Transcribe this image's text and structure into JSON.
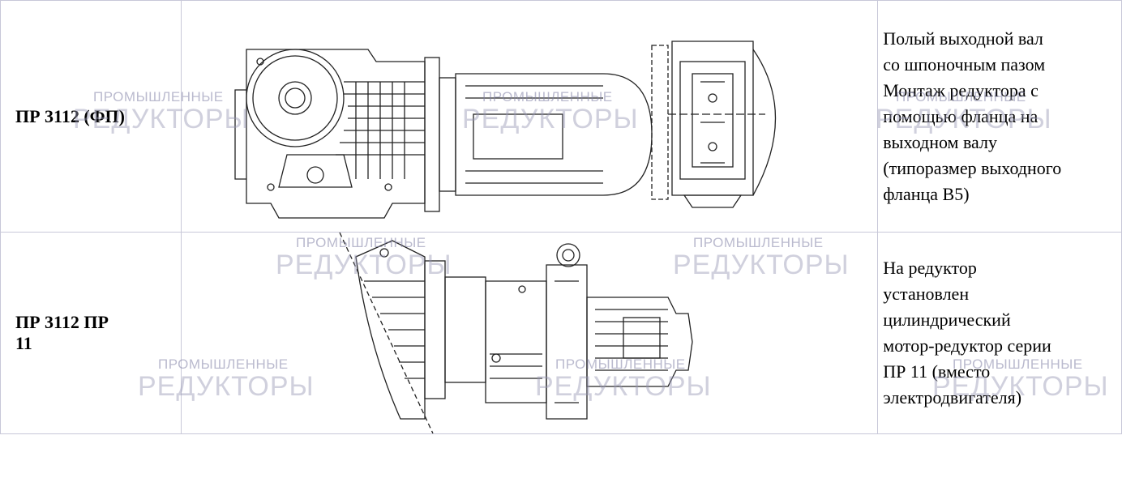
{
  "watermark": {
    "line1": "ПРОМЫШЛЕННЫЕ",
    "line2": "РЕДУКТОРЫ"
  },
  "rows": [
    {
      "name": "ПР 3112 (ФП)",
      "description_lines": [
        "Полый выходной вал",
        "со шпоночным пазом",
        "Монтаж редуктора с",
        "помощью фланца на",
        "выходном валу",
        "(типоразмер выходного",
        "фланца B5)"
      ]
    },
    {
      "name_lines": [
        "ПР 3112 ПР",
        "11"
      ],
      "description_lines": [
        "На редуктор",
        "установлен",
        "цилиндрический",
        "мотор-редуктор серии",
        "ПР 11 (вместо",
        "электродвигателя)"
      ]
    }
  ]
}
